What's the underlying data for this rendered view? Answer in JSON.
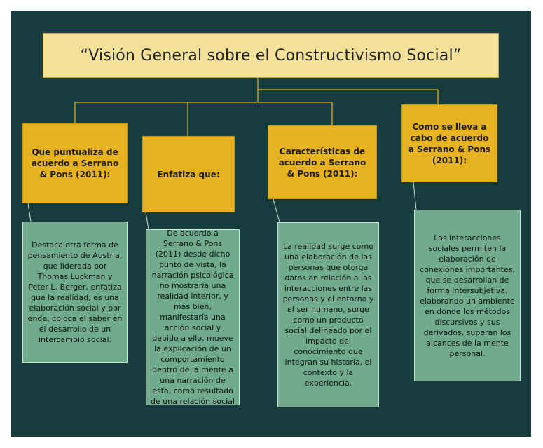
{
  "title": "“Visión General sobre el Constructivismo Social”",
  "columns": [
    {
      "heading": "Que puntualiza de acuerdo a Serrano & Pons (2011):",
      "body": "Destaca otra forma de pensamiento de Austria, que liderada por Thomas Luckman y Peter L. Berger, enfatiza que la realidad, es una elaboración social y por ende, coloca el saber en el desarrollo de un intercambio social."
    },
    {
      "heading": "Enfatiza que:",
      "body": "De acuerdo a Serrano & Pons (2011) desde dicho punto de vista, la narración psicológica no mostraría una realidad interior, y más bien, manifestaría una acción social y debido a ello, mueve la explicación de un comportamiento dentro de la mente a una narración de esta, como resultado de una relación social"
    },
    {
      "heading": "Características de acuerdo a Serrano & Pons (2011):",
      "body": "La realidad surge como una elaboración de las personas que otorga datos en relación a las interacciones entre las personas y el entorno y el ser humano, surge como un producto social delineado por el impacto del conocimiento que integran su historia, el contexto y la experiencia."
    },
    {
      "heading": "Como se lleva a cabo de acuerdo a Serrano & Pons (2011):",
      "body": "Las interacciones sociales permiten la elaboración de conexiones importantes, que se desarrollan de forma intersubjetiva, elaborando un ambiente en donde los métodos discursivos y sus derivados, superan los alcances de la mente personal."
    }
  ],
  "colors": {
    "background": "#173c3d",
    "title_fill": "#f3e19a",
    "heading_fill": "#e6b220",
    "body_fill": "#6fab8c",
    "connector": "#e6b220"
  }
}
